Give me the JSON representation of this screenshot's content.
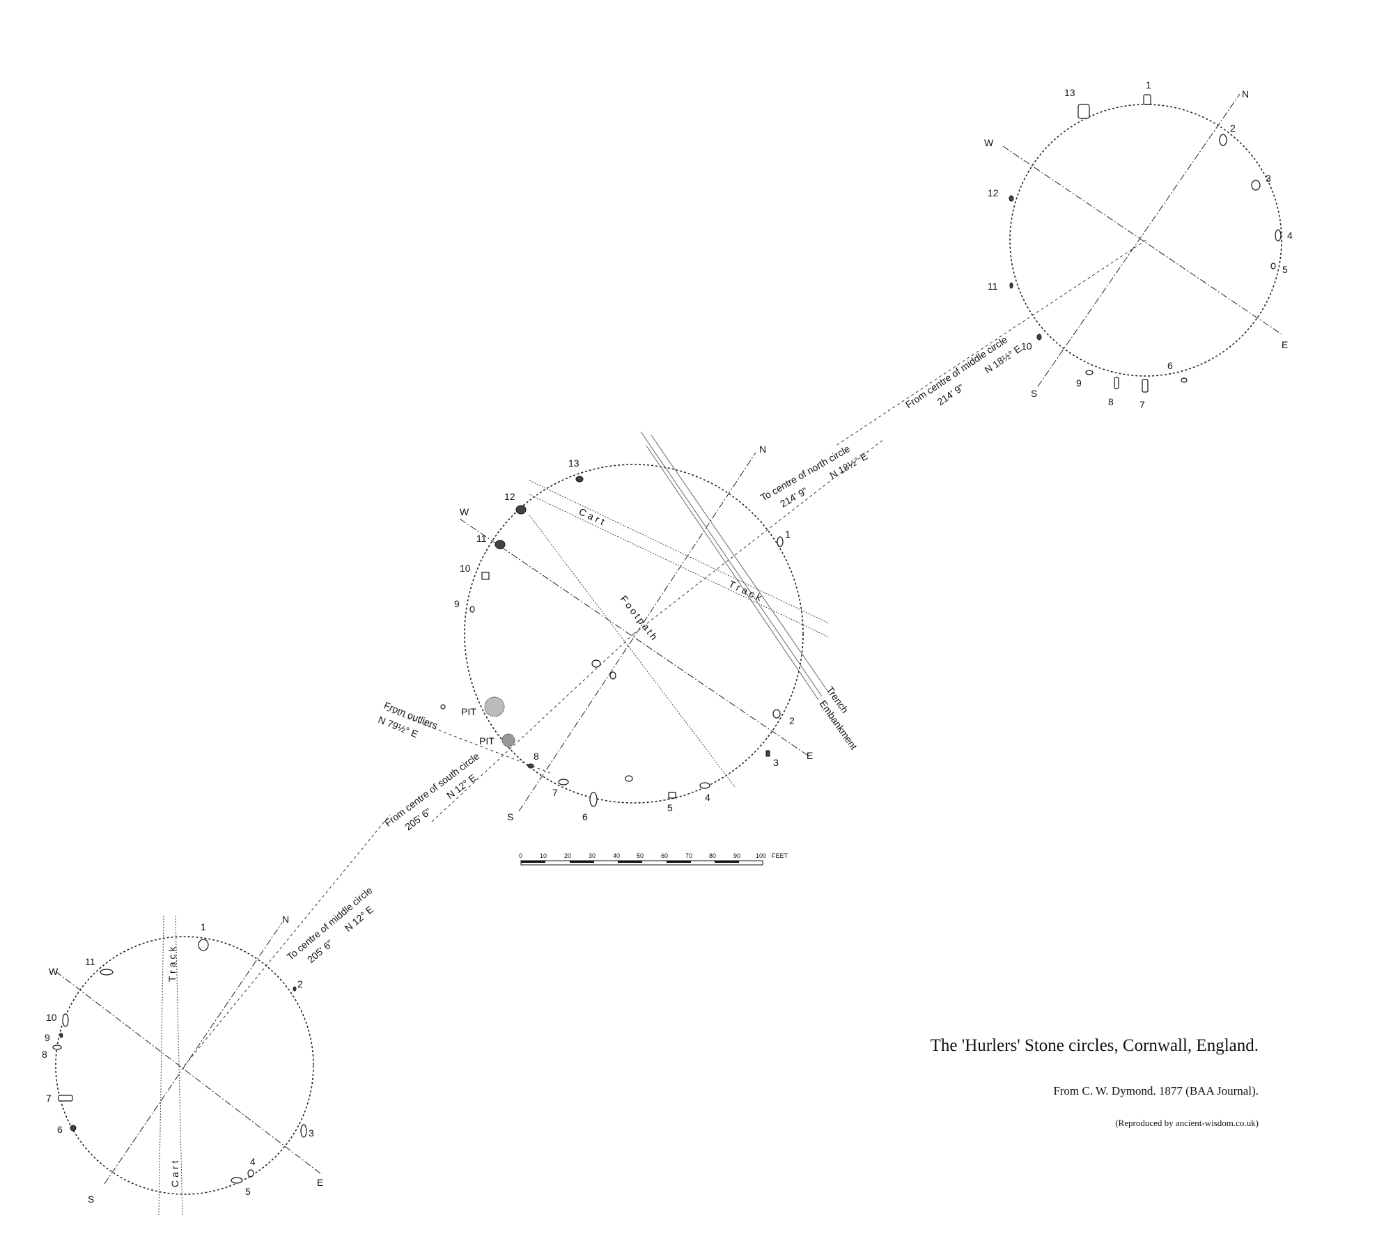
{
  "title": "The 'Hurlers' Stone  circles, Cornwall, England.",
  "subtitle": "From C. W. Dymond. 1877 (BAA Journal).",
  "credit": "(Reproduced by ancient-wisdom.co.uk)",
  "compass": {
    "north": "N",
    "south": "S",
    "east": "E",
    "west": "W"
  },
  "north_circle": {
    "stone_numbers": [
      "1",
      "2",
      "3",
      "4",
      "5",
      "6",
      "7",
      "8",
      "9",
      "10",
      "11",
      "12",
      "13"
    ],
    "bearing_label": "From centre of middle circle",
    "distance": "214' 9\"",
    "bearing": "N 18½° E"
  },
  "middle_circle": {
    "stone_numbers": [
      "1",
      "2",
      "3",
      "4",
      "5",
      "6",
      "7",
      "8",
      "9",
      "10",
      "11",
      "12",
      "13"
    ],
    "to_north_label": "To centre of north circle",
    "to_north_distance": "214' 9\"",
    "to_north_bearing": "N 18½° E",
    "from_south_label": "From centre of south circle",
    "from_south_distance": "205' 6\"",
    "from_south_bearing": "N 12° E",
    "outliers_label": "From outliers",
    "outliers_bearing": "N 79½° E",
    "pit_label": "PIT",
    "cart": "Cart",
    "track": "Track",
    "footpath": "Footpath",
    "trench": "Trench",
    "embankment": "Embankment"
  },
  "south_circle": {
    "stone_numbers": [
      "1",
      "2",
      "3",
      "4",
      "5",
      "6",
      "7",
      "8",
      "9",
      "10",
      "11"
    ],
    "to_middle_label": "To centre of middle circle",
    "to_middle_distance": "205' 6\"",
    "to_middle_bearing": "N 12° E",
    "track": "Track",
    "cart": "Cart"
  },
  "scale": {
    "ticks": [
      "0",
      "10",
      "20",
      "30",
      "40",
      "50",
      "60",
      "70",
      "80",
      "90",
      "100"
    ],
    "unit": "FEET"
  }
}
